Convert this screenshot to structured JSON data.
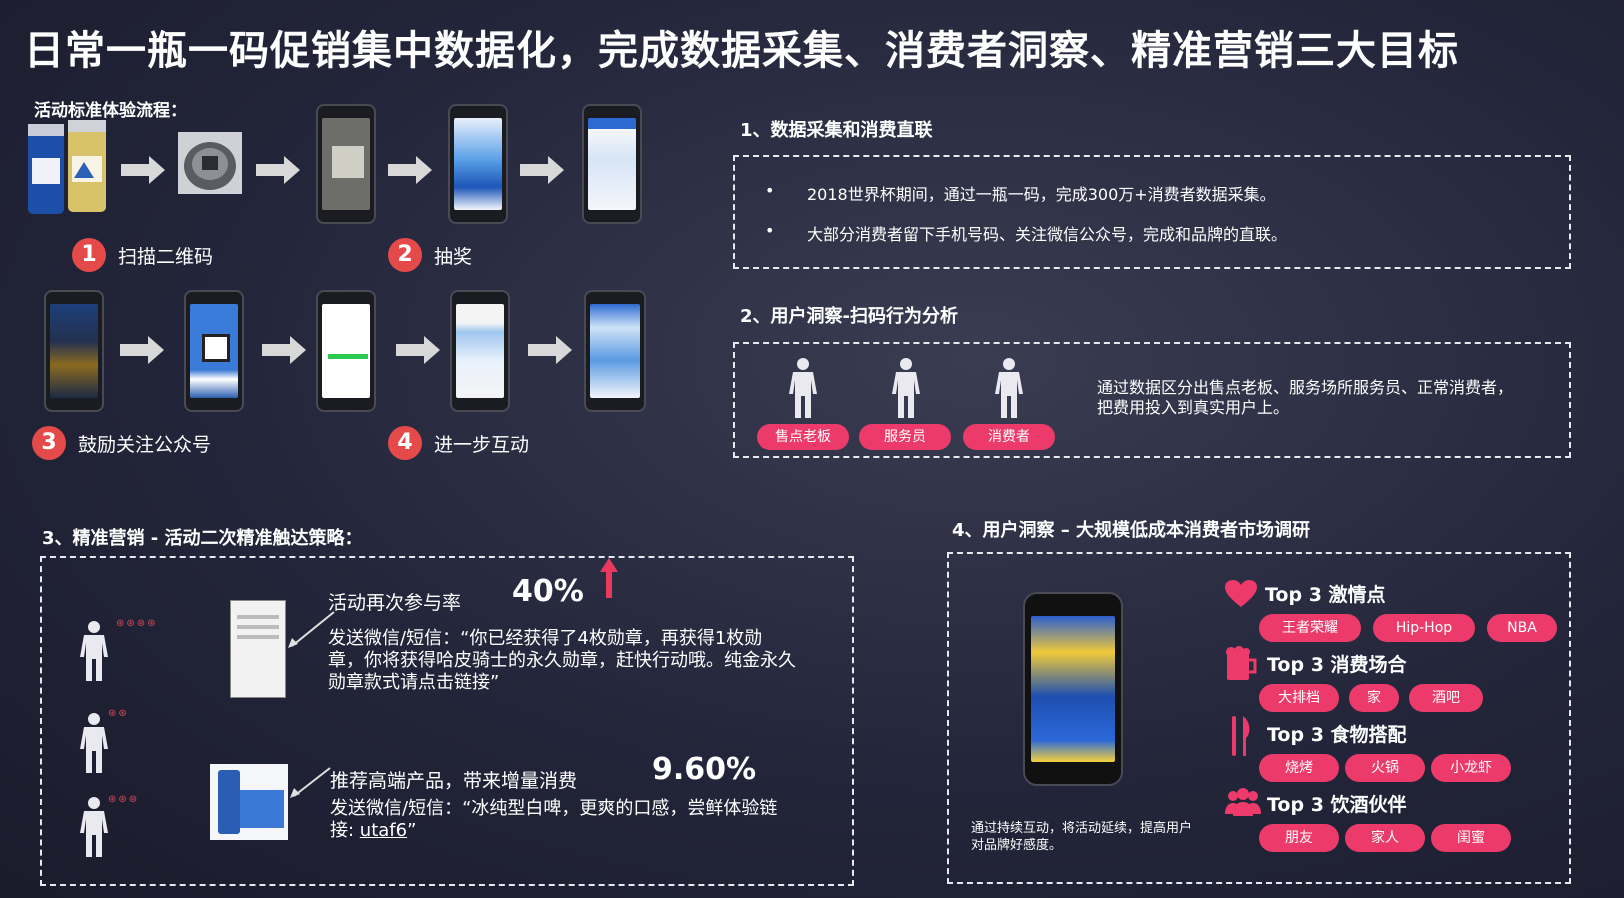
{
  "title": "日常一瓶一码促销集中数据化，完成数据采集、消费者洞察、精准营销三大目标",
  "flow": {
    "heading": "活动标准体验流程：",
    "steps": [
      {
        "num": "1",
        "label": "扫描二维码"
      },
      {
        "num": "2",
        "label": "抽奖"
      },
      {
        "num": "3",
        "label": "鼓励关注公众号"
      },
      {
        "num": "4",
        "label": "进一步互动"
      }
    ]
  },
  "section1": {
    "heading": "1、数据采集和消费直联",
    "bullets": [
      "2018世界杯期间，通过一瓶一码，完成300万+消费者数据采集。",
      "大部分消费者留下手机号码、关注微信公众号，完成和品牌的直联。"
    ],
    "bullet_mark": "•"
  },
  "section2": {
    "heading": "2、用户洞察-扫码行为分析",
    "roles": [
      "售点老板",
      "服务员",
      "消费者"
    ],
    "desc_line1": "通过数据区分出售点老板、服务场所服务员、正常消费者，",
    "desc_line2": "把费用投入到真实用户上。"
  },
  "section3": {
    "heading": "3、精准营销 - 活动二次精准触达策略：",
    "item1": {
      "title": "活动再次参与率",
      "value": "40%",
      "text": "发送微信/短信：“你已经获得了4枚勋章，再获得1枚勋章，你将获得哈皮骑士的永久勋章，赶快行动哦。纯金永久勋章款式请点击链接”"
    },
    "item2": {
      "title": "推荐高端产品，带来增量消费",
      "value": "9.60%",
      "text_pre": "发送微信/短信：“冰纯型白啤，更爽的口感，尝鲜体验链接: ",
      "link": "utaf6",
      "text_post": "”"
    }
  },
  "section4": {
    "heading": "4、用户洞察 – 大规模低成本消费者市场调研",
    "caption": "通过持续互动，将活动延续，提高用户对品牌好感度。",
    "groups": [
      {
        "title": "Top 3 激情点",
        "tags": [
          "王者荣耀",
          "Hip-Hop",
          "NBA"
        ]
      },
      {
        "title": "Top 3 消费场合",
        "tags": [
          "大排档",
          "家",
          "酒吧"
        ]
      },
      {
        "title": "Top 3 食物搭配",
        "tags": [
          "烧烤",
          "火锅",
          "小龙虾"
        ]
      },
      {
        "title": "Top 3 饮酒伙伴",
        "tags": [
          "朋友",
          "家人",
          "闺蜜"
        ]
      }
    ]
  },
  "colors": {
    "accent": "#ec3b6a",
    "step_badge": "#e54a4a",
    "arrow": "#d8d8d8"
  }
}
